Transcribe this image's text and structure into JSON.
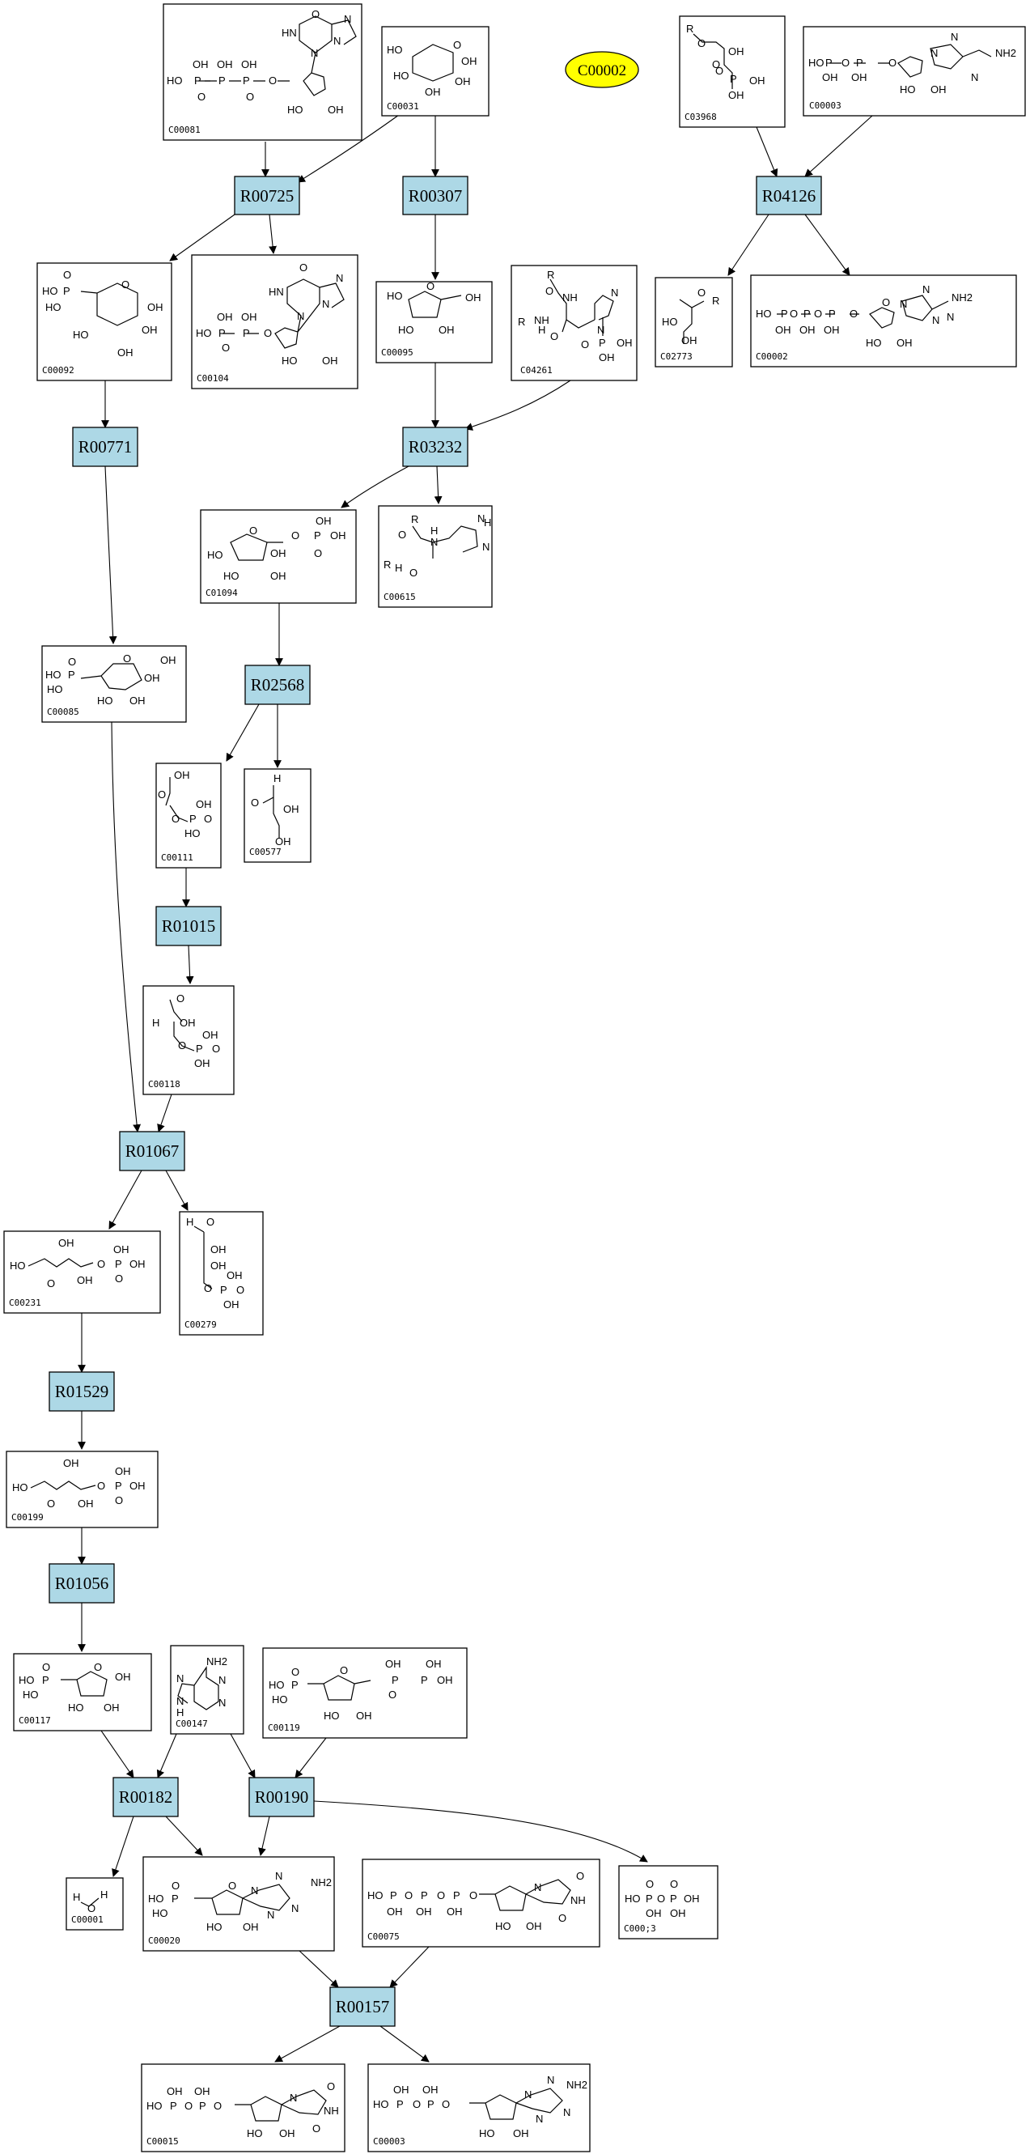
{
  "title": "C00002",
  "compounds": {
    "c00081": {
      "id": "C00081",
      "atoms": [
        "HO",
        "P",
        "O",
        "OH",
        "P",
        "OH",
        "P",
        "O",
        "OH",
        "O",
        "HN",
        "N",
        "N",
        "N",
        "O",
        "HO",
        "OH"
      ]
    },
    "c00031": {
      "id": "C00031",
      "atoms": [
        "HO",
        "O",
        "OH",
        "OH",
        "HO",
        "OH"
      ]
    },
    "c03968": {
      "id": "C03968",
      "atoms": [
        "R",
        "O",
        "OH",
        "O",
        "P",
        "OH",
        "OH",
        "O"
      ]
    },
    "c00003": {
      "id": "C00003",
      "atoms": [
        "HO",
        "P",
        "OH",
        "O",
        "P",
        "OH",
        "O",
        "N",
        "NH2",
        "N",
        "N",
        "HO",
        "OH"
      ]
    },
    "c00092": {
      "id": "C00092",
      "atoms": [
        "HO",
        "P",
        "O",
        "HO",
        "O",
        "OH",
        "HO",
        "OH",
        "OH"
      ]
    },
    "c00104": {
      "id": "C00104",
      "atoms": [
        "HO",
        "P",
        "O",
        "OH",
        "P",
        "OH",
        "O",
        "HN",
        "N",
        "N",
        "N",
        "O",
        "HO",
        "OH"
      ]
    },
    "c00095": {
      "id": "C00095",
      "atoms": [
        "HO",
        "O",
        "OH",
        "HO",
        "OH"
      ]
    },
    "c04261": {
      "id": "C04261",
      "atoms": [
        "R",
        "O",
        "NH",
        "N",
        "NH",
        "R",
        "H",
        "O",
        "N",
        "P",
        "O",
        "OH",
        "OH"
      ]
    },
    "c02773": {
      "id": "C02773",
      "atoms": [
        "O",
        "R",
        "HO",
        "OH"
      ]
    },
    "c00002": {
      "id": "C00002",
      "atoms": [
        "HO",
        "P",
        "O",
        "P",
        "O",
        "P",
        "OH",
        "OH",
        "OH",
        "O",
        "O",
        "NH2",
        "N",
        "N",
        "N",
        "N",
        "HO",
        "OH"
      ]
    },
    "c01094": {
      "id": "C01094",
      "atoms": [
        "HO",
        "O",
        "OH",
        "O",
        "P",
        "OH",
        "OH",
        "O",
        "HO",
        "OH"
      ]
    },
    "c00615": {
      "id": "C00615",
      "atoms": [
        "R",
        "O",
        "H",
        "N",
        "N",
        "H",
        "N",
        "R",
        "O",
        "H"
      ]
    },
    "c00085": {
      "id": "C00085",
      "atoms": [
        "HO",
        "P",
        "O",
        "HO",
        "O",
        "OH",
        "OH",
        "HO",
        "OH"
      ]
    },
    "c00111": {
      "id": "C00111",
      "atoms": [
        "OH",
        "O",
        "OH",
        "P",
        "O",
        "HO",
        "O"
      ]
    },
    "c00577": {
      "id": "C00577",
      "atoms": [
        "H",
        "O",
        "OH",
        "OH"
      ]
    },
    "c00118": {
      "id": "C00118",
      "atoms": [
        "O",
        "H",
        "OH",
        "O",
        "OH",
        "P",
        "O",
        "OH"
      ]
    },
    "c00231": {
      "id": "C00231",
      "atoms": [
        "HO",
        "OH",
        "O",
        "OH",
        "P",
        "O",
        "OH",
        "O",
        "OH"
      ]
    },
    "c00279": {
      "id": "C00279",
      "atoms": [
        "H",
        "O",
        "OH",
        "OH",
        "O",
        "OH",
        "P",
        "O",
        "OH"
      ]
    },
    "c00199": {
      "id": "C00199",
      "atoms": [
        "HO",
        "OH",
        "O",
        "OH",
        "P",
        "O",
        "OH",
        "O",
        "OH"
      ]
    },
    "c00117": {
      "id": "C00117",
      "atoms": [
        "HO",
        "P",
        "O",
        "HO",
        "O",
        "OH",
        "HO",
        "OH"
      ]
    },
    "c00147": {
      "id": "C00147",
      "atoms": [
        "NH2",
        "N",
        "N",
        "N",
        "N",
        "H"
      ]
    },
    "c00119": {
      "id": "C00119",
      "atoms": [
        "HO",
        "P",
        "O",
        "HO",
        "O",
        "OH",
        "P",
        "O",
        "OH",
        "P",
        "OH",
        "HO",
        "OH"
      ]
    },
    "c00001": {
      "id": "C00001",
      "atoms": [
        "H",
        "O",
        "H"
      ]
    },
    "c00020": {
      "id": "C00020",
      "atoms": [
        "HO",
        "P",
        "O",
        "HO",
        "O",
        "N",
        "NH2",
        "N",
        "N",
        "N",
        "HO",
        "OH"
      ]
    },
    "c00075": {
      "id": "C00075",
      "atoms": [
        "HO",
        "P",
        "O",
        "P",
        "O",
        "P",
        "O",
        "N",
        "O",
        "NH",
        "O",
        "OH",
        "OH",
        "OH",
        "HO",
        "OH"
      ]
    },
    "c00013": {
      "id": "C000;3",
      "atoms": [
        "HO",
        "P",
        "O",
        "P",
        "OH",
        "O",
        "OH",
        "O",
        "OH"
      ]
    },
    "c00015": {
      "id": "C00015",
      "atoms": [
        "HO",
        "P",
        "O",
        "P",
        "O",
        "N",
        "O",
        "NH",
        "O",
        "OH",
        "OH",
        "HO",
        "OH"
      ]
    },
    "c00003b": {
      "id": "C00003",
      "atoms": [
        "HO",
        "P",
        "O",
        "P",
        "O",
        "N",
        "NH2",
        "N",
        "N",
        "N",
        "OH",
        "OH",
        "HO",
        "OH"
      ]
    }
  },
  "reactions": {
    "r00725": "R00725",
    "r00307": "R00307",
    "r04126": "R04126",
    "r00771": "R00771",
    "r03232": "R03232",
    "r02568": "R02568",
    "r01015": "R01015",
    "r01067": "R01067",
    "r01529": "R01529",
    "r01056": "R01056",
    "r00182": "R00182",
    "r00190": "R00190",
    "r00157": "R00157"
  }
}
